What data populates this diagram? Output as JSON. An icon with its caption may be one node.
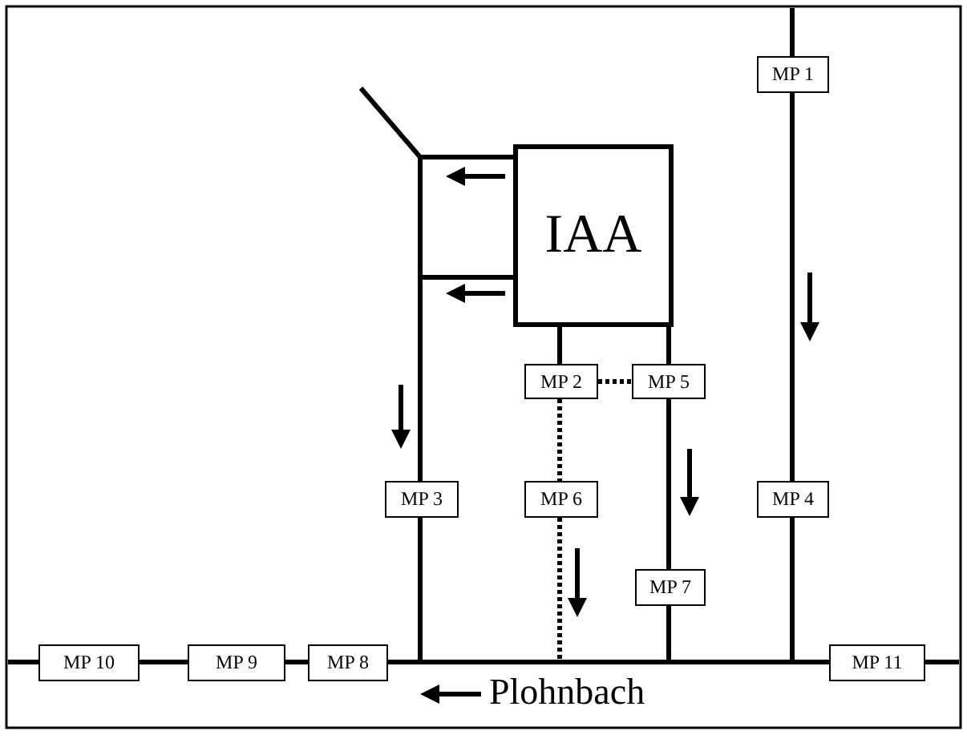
{
  "diagram": {
    "nodes": [
      {
        "text": [
          "MP 1"
        ]
      },
      {
        "text": [
          "IAA"
        ]
      },
      {
        "text": [
          "MP 2"
        ]
      },
      {
        "text": [
          "MP 5"
        ]
      },
      {
        "text": [
          "MP 3"
        ]
      },
      {
        "text": [
          "MP 6"
        ]
      },
      {
        "text": [
          "MP 4"
        ]
      },
      {
        "text": [
          "MP 7"
        ]
      },
      {
        "text": [
          "MP 10"
        ]
      },
      {
        "text": [
          "MP 9"
        ]
      },
      {
        "text": [
          "MP 8"
        ]
      },
      {
        "text": [
          "MP 11"
        ]
      }
    ],
    "edges": [
      {
        "from": null,
        "to": 0,
        "arrow": "none"
      },
      {
        "from": 0,
        "to": 6,
        "arrow": "none"
      },
      {
        "from": 1,
        "to": null,
        "arrow": "none"
      },
      {
        "from": 1,
        "to": null,
        "arrow": "none"
      },
      {
        "from": null,
        "to": 4,
        "arrow": "none"
      },
      {
        "from": 1,
        "to": 2,
        "arrow": "none"
      },
      {
        "from": 1,
        "to": 3,
        "arrow": "none"
      },
      {
        "from": 2,
        "to": 3,
        "arrow": "none",
        "style": "dashed"
      },
      {
        "from": 2,
        "to": 5,
        "arrow": "none",
        "style": "dashed"
      },
      {
        "from": 5,
        "to": null,
        "arrow": "none",
        "style": "dashed"
      },
      {
        "from": 3,
        "to": 7,
        "arrow": "none"
      },
      {
        "from": 7,
        "to": null,
        "arrow": "none"
      },
      {
        "from": 6,
        "to": null,
        "arrow": "none"
      },
      {
        "from": 4,
        "to": null,
        "arrow": "none"
      },
      {
        "from": null,
        "to": 8,
        "arrow": "none"
      },
      {
        "from": 8,
        "to": 9,
        "arrow": "none"
      },
      {
        "from": 9,
        "to": 10,
        "arrow": "none"
      },
      {
        "from": 10,
        "to": 11,
        "arrow": "none"
      },
      {
        "from": 11,
        "to": null,
        "arrow": "none"
      }
    ],
    "labels": [
      "Plohnbach"
    ]
  }
}
